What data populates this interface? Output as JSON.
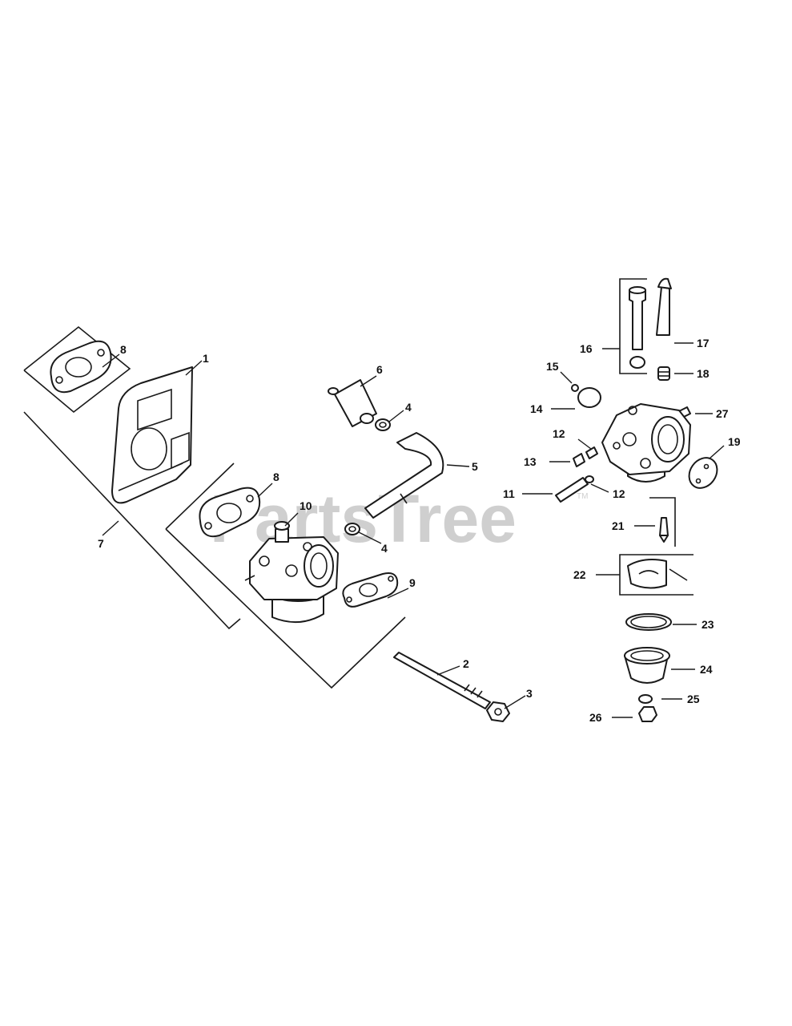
{
  "watermark": {
    "text": "PartsTree",
    "trademark": "TM"
  },
  "callouts": {
    "c1": "1",
    "c2": "2",
    "c3": "3",
    "c4a": "4",
    "c4b": "4",
    "c5": "5",
    "c6": "6",
    "c7": "7",
    "c8a": "8",
    "c8b": "8",
    "c9": "9",
    "c10": "10",
    "c11": "11",
    "c12a": "12",
    "c12b": "12",
    "c13": "13",
    "c14": "14",
    "c15": "15",
    "c16": "16",
    "c17": "17",
    "c18": "18",
    "c19": "19",
    "c21": "21",
    "c22": "22",
    "c23": "23",
    "c24": "24",
    "c25": "25",
    "c26": "26",
    "c27": "27"
  },
  "colors": {
    "line": "#1a1a1a",
    "watermark": "#cfcfcf",
    "background": "#ffffff"
  }
}
